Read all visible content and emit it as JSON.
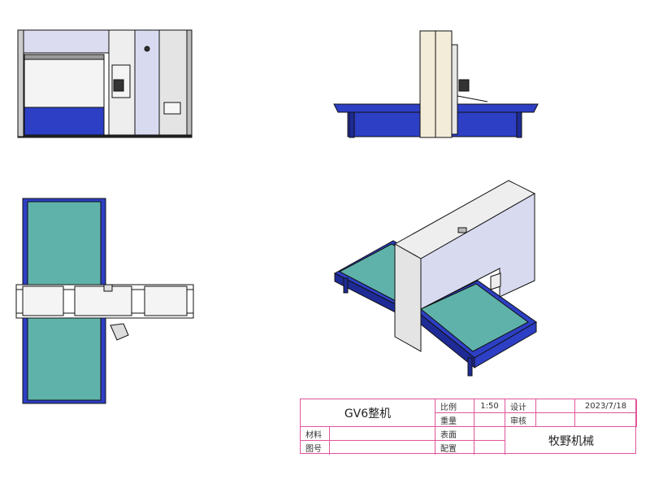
{
  "title_block": {
    "drawing_title": "GV6整机",
    "scale_label": "比例",
    "scale_value": "1:50",
    "design_label": "设计",
    "date": "2023/7/18",
    "weight_label": "重量",
    "review_label": "审核",
    "material_label": "材料",
    "surface_label": "表面",
    "drawing_no_label": "图号",
    "config_label": "配置",
    "company": "牧野机械"
  },
  "colors": {
    "frame_blue": "#2d3fc4",
    "bed_teal": "#5fb2a9",
    "panel_grey": "#e6e6ee",
    "border_pink": "#e0559a"
  }
}
